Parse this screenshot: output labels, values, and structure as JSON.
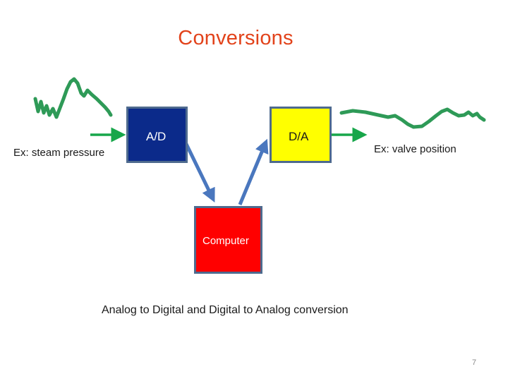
{
  "slide": {
    "title": "Conversions",
    "page_number": "7"
  },
  "diagram": {
    "ad_label": "A/D",
    "da_label": "D/A",
    "computer_label": "Computer",
    "input_example": "Ex: steam pressure",
    "output_example": "Ex: valve position",
    "caption": "Analog to Digital and Digital to Analog conversion"
  },
  "colors": {
    "title": "#e2431b",
    "analog_signal": "#2e9a57",
    "signal_arrow": "#17a64a",
    "data_arrow": "#4a77be",
    "ad_box": "#0b2a8a",
    "da_box": "#ffff00",
    "computer_box": "#ff0000"
  }
}
